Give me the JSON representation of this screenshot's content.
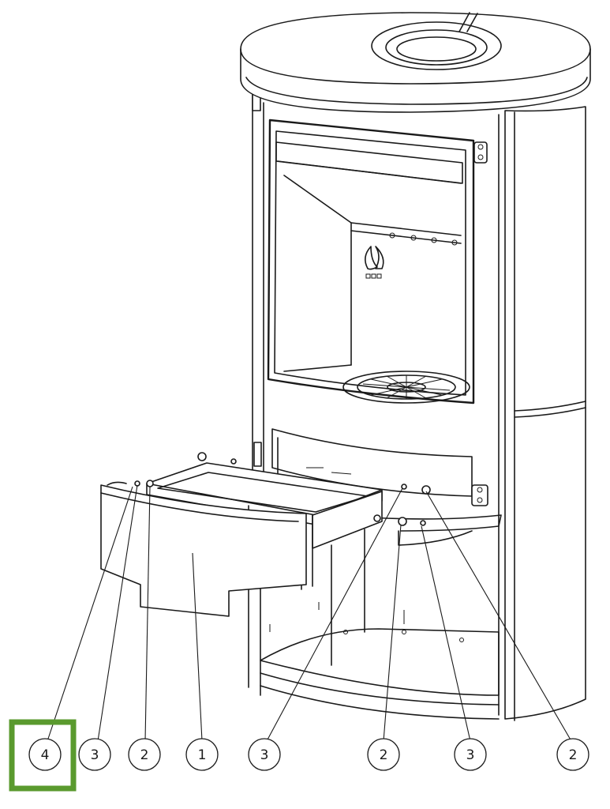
{
  "callouts": [
    {
      "number": "4"
    },
    {
      "number": "3"
    },
    {
      "number": "2"
    },
    {
      "number": "1"
    },
    {
      "number": "3"
    },
    {
      "number": "2"
    },
    {
      "number": "3"
    },
    {
      "number": "2"
    }
  ],
  "colors": {
    "line": "#1a1a1a",
    "background": "#ffffff",
    "highlight": "#5a9a2e"
  },
  "highlighted_callout": 0
}
